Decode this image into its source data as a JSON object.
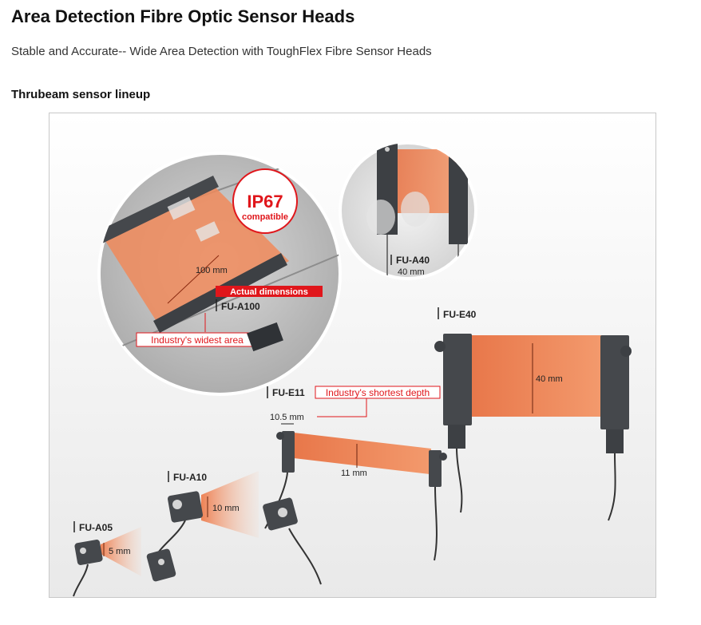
{
  "page": {
    "title": "Area Detection Fibre Optic Sensor Heads",
    "subtitle": "Stable and Accurate-- Wide Area Detection with ToughFlex Fibre Sensor Heads",
    "section_title": "Thrubeam sensor lineup"
  },
  "figure": {
    "ip67_line1": "IP67",
    "ip67_line2": "compatible",
    "a100_dim": "100 mm",
    "actual_dimensions": "Actual dimensions",
    "a100_model": "FU-A100",
    "widest_area": "Industry's widest area",
    "a40_model": "FU-A40",
    "a40_dim": "40 mm",
    "e40_model": "FU-E40",
    "e40_dim": "40 mm",
    "e11_model": "FU-E11",
    "shortest_depth": "Industry's shortest depth",
    "e11_depth": "10.5 mm",
    "e11_dim": "11 mm",
    "a10_model": "FU-A10",
    "a10_dim": "10 mm",
    "a05_model": "FU-A05",
    "a05_dim": "5 mm"
  },
  "colors": {
    "beam": "#f08a5a",
    "callout_red": "#e0161b",
    "sensor_body": "#3d4044"
  }
}
